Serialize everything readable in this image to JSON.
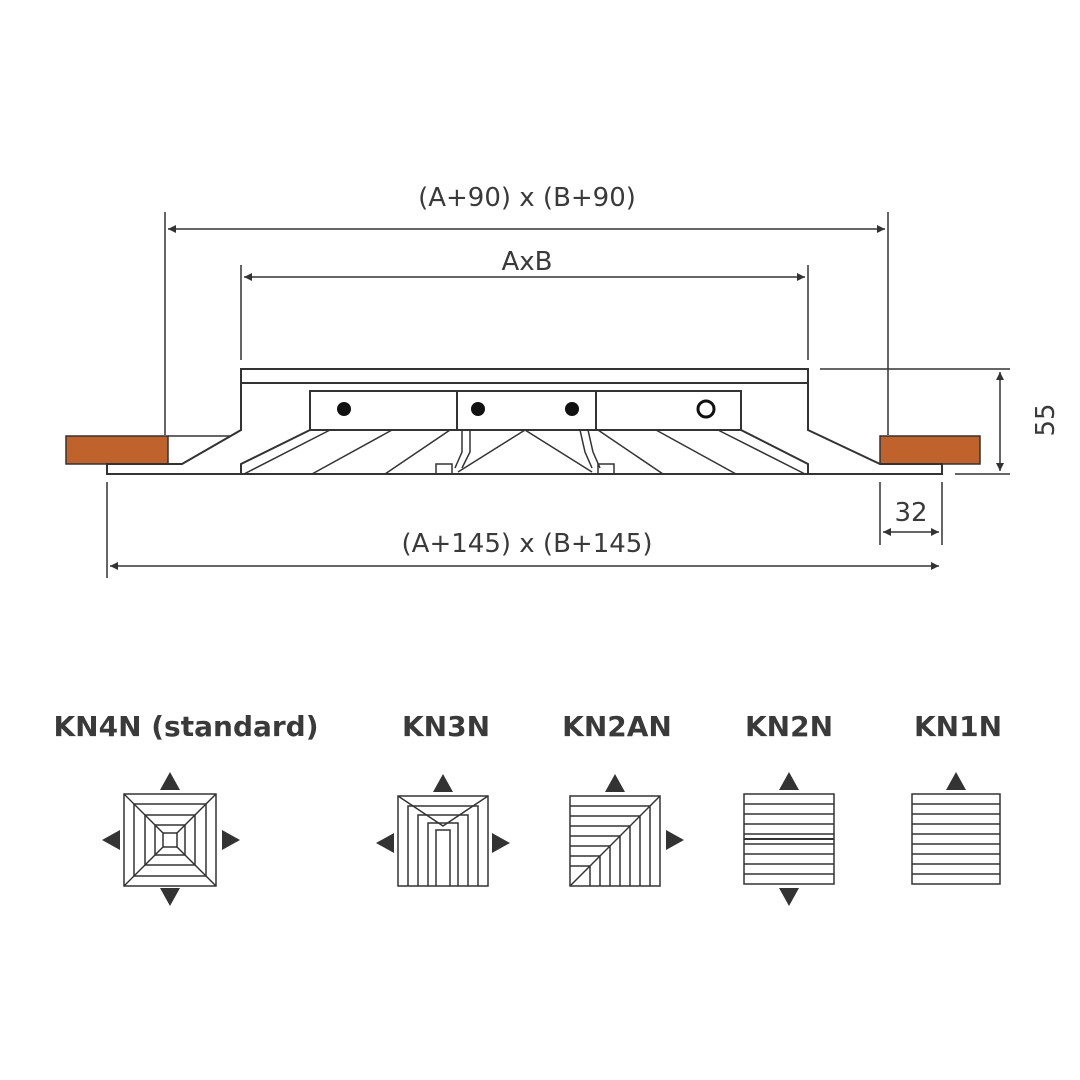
{
  "dimensions": {
    "outer_top": "(A+90) x (B+90)",
    "inner": "AxB",
    "outer_bottom": "(A+145) x (B+145)",
    "height": "55",
    "flange": "32"
  },
  "types": [
    {
      "label": "KN4N (standard)",
      "icon": "four-way-diffuser-icon"
    },
    {
      "label": "KN3N",
      "icon": "three-way-diffuser-icon"
    },
    {
      "label": "KN2AN",
      "icon": "two-way-corner-diffuser-icon"
    },
    {
      "label": "KN2N",
      "icon": "two-way-opposite-diffuser-icon"
    },
    {
      "label": "KN1N",
      "icon": "one-way-diffuser-icon"
    }
  ],
  "colors": {
    "line": "#333333",
    "text": "#3a3a3a",
    "ceiling": "#c0622b"
  }
}
